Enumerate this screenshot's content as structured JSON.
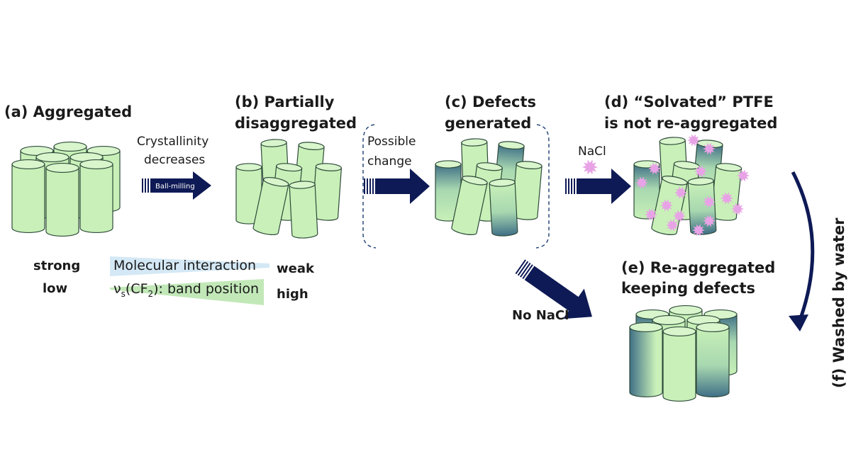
{
  "panels": {
    "a": {
      "title": "(a) Aggregated"
    },
    "b": {
      "title_line1": "(b) Partially",
      "title_line2": "disaggregated"
    },
    "c": {
      "title_line1": "(c) Defects",
      "title_line2": "generated"
    },
    "d": {
      "title_line1": "(d) “Solvated” PTFE",
      "title_line2": "is not re-aggregated"
    },
    "e": {
      "title_line1": "(e) Re-aggregated",
      "title_line2": "keeping defects"
    },
    "f": {
      "title": "(f) Washed by water"
    }
  },
  "arrows": {
    "a_to_b": {
      "label_line1": "Crystallinity",
      "label_line2": "decreases",
      "inner_label": "Ball-milling"
    },
    "b_to_c": {
      "label_line1": "Possible",
      "label_line2": "change"
    },
    "c_to_d": {
      "label": "NaCl"
    },
    "c_to_e": {
      "label": "No NaCl"
    }
  },
  "legend": {
    "row1": {
      "left": "strong",
      "middle": "Molecular interaction",
      "right": "weak"
    },
    "row2": {
      "left": "low",
      "middle_nu": "ν",
      "middle_sub1": "s",
      "middle_mid": "(CF",
      "middle_sub2": "2",
      "middle_end": "): band position",
      "right": "high"
    }
  },
  "colors": {
    "cylinder_fill": "#c8f0b8",
    "cylinder_top": "#d8f5cc",
    "cylinder_stroke": "#2e4a3a",
    "defect_color": "#3f6f86",
    "arrow": "#0e1a55",
    "nacl": "#e8a3e6",
    "legend_blue": "#d4e8f5",
    "legend_green": "#c2e8b8"
  }
}
